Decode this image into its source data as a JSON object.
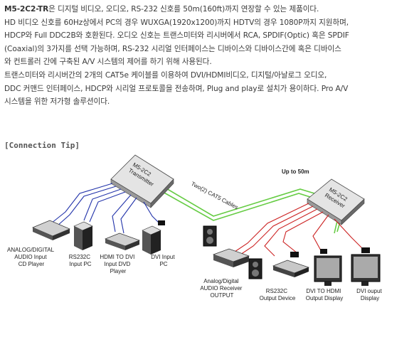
{
  "description": {
    "model": "M5-2C2-TR",
    "line1_rest": "은 디지털 비디오, 오디오, RS-232 신호를 50m(160ft)까지 연장할 수 있는 제품이다.",
    "line2": "HD 비디오 신호를 60Hz상에서 PC의 경우 WUXGA(1920x1200)까지 HDTV의 경우 1080P까지 지원하며,",
    "line3": "HDCP와 Full DDC2B와 호환된다. 오디오 신호는 트랜스미터와 리시버에서 RCA, SPDIF(Optic) 혹은 SPDIF",
    "line4": "(Coaxial)의 3가지를 선택 가능하며, RS-232 시리얼 인터페이스는 디바이스와 디바이스간에 혹은 디바이스",
    "line5": "와 컨트롤러 간에 구축된 A/V 시스템의 제어를 하기 위해 사용된다.",
    "line6": "트랜스미터와 리시버간의 2개의 CAT5e 케이블를 이용하여 DVI/HDMI비디오, 디지털/아날로그 오디오,",
    "line7": "DDC 커맨드 인터페이스, HDCP와 시리얼 프로토콜을 전송하며, Plug and play로 설치가 용이하다. Pro A/V",
    "line8": "시스템을 위한 저가형 솔루션이다."
  },
  "section_title": "[Connection Tip]",
  "diagram": {
    "transmitter_model": "M5-2C2",
    "transmitter_label": "Transmitter",
    "receiver_model": "M5-2C2",
    "receiver_label": "Receiver",
    "cable_label": "Two(2) CAT5 Cables",
    "distance_label": "Up to 50m",
    "tx_devices": [
      {
        "line1": "ANALOG/DIGITAL",
        "line2": "AUDIO Input",
        "line3": "CD Player"
      },
      {
        "line1": "RS232C",
        "line2": "Input PC",
        "line3": ""
      },
      {
        "line1": "HDMI TO DVI",
        "line2": "Input DVD",
        "line3": "Player"
      },
      {
        "line1": "DVI Input",
        "line2": "PC",
        "line3": ""
      }
    ],
    "rx_devices": [
      {
        "line1": "Analog/Digital",
        "line2": "AUDIO Receiver",
        "line3": "OUTPUT"
      },
      {
        "line1": "RS232C",
        "line2": "Output Device",
        "line3": ""
      },
      {
        "line1": "DVI TO HDMI",
        "line2": "Output Display",
        "line3": ""
      },
      {
        "line1": "DVI ouput",
        "line2": "Display",
        "line3": ""
      }
    ],
    "colors": {
      "input_lines": "#2233aa",
      "output_lines": "#cc2222",
      "cat5": "#66cc44"
    }
  }
}
